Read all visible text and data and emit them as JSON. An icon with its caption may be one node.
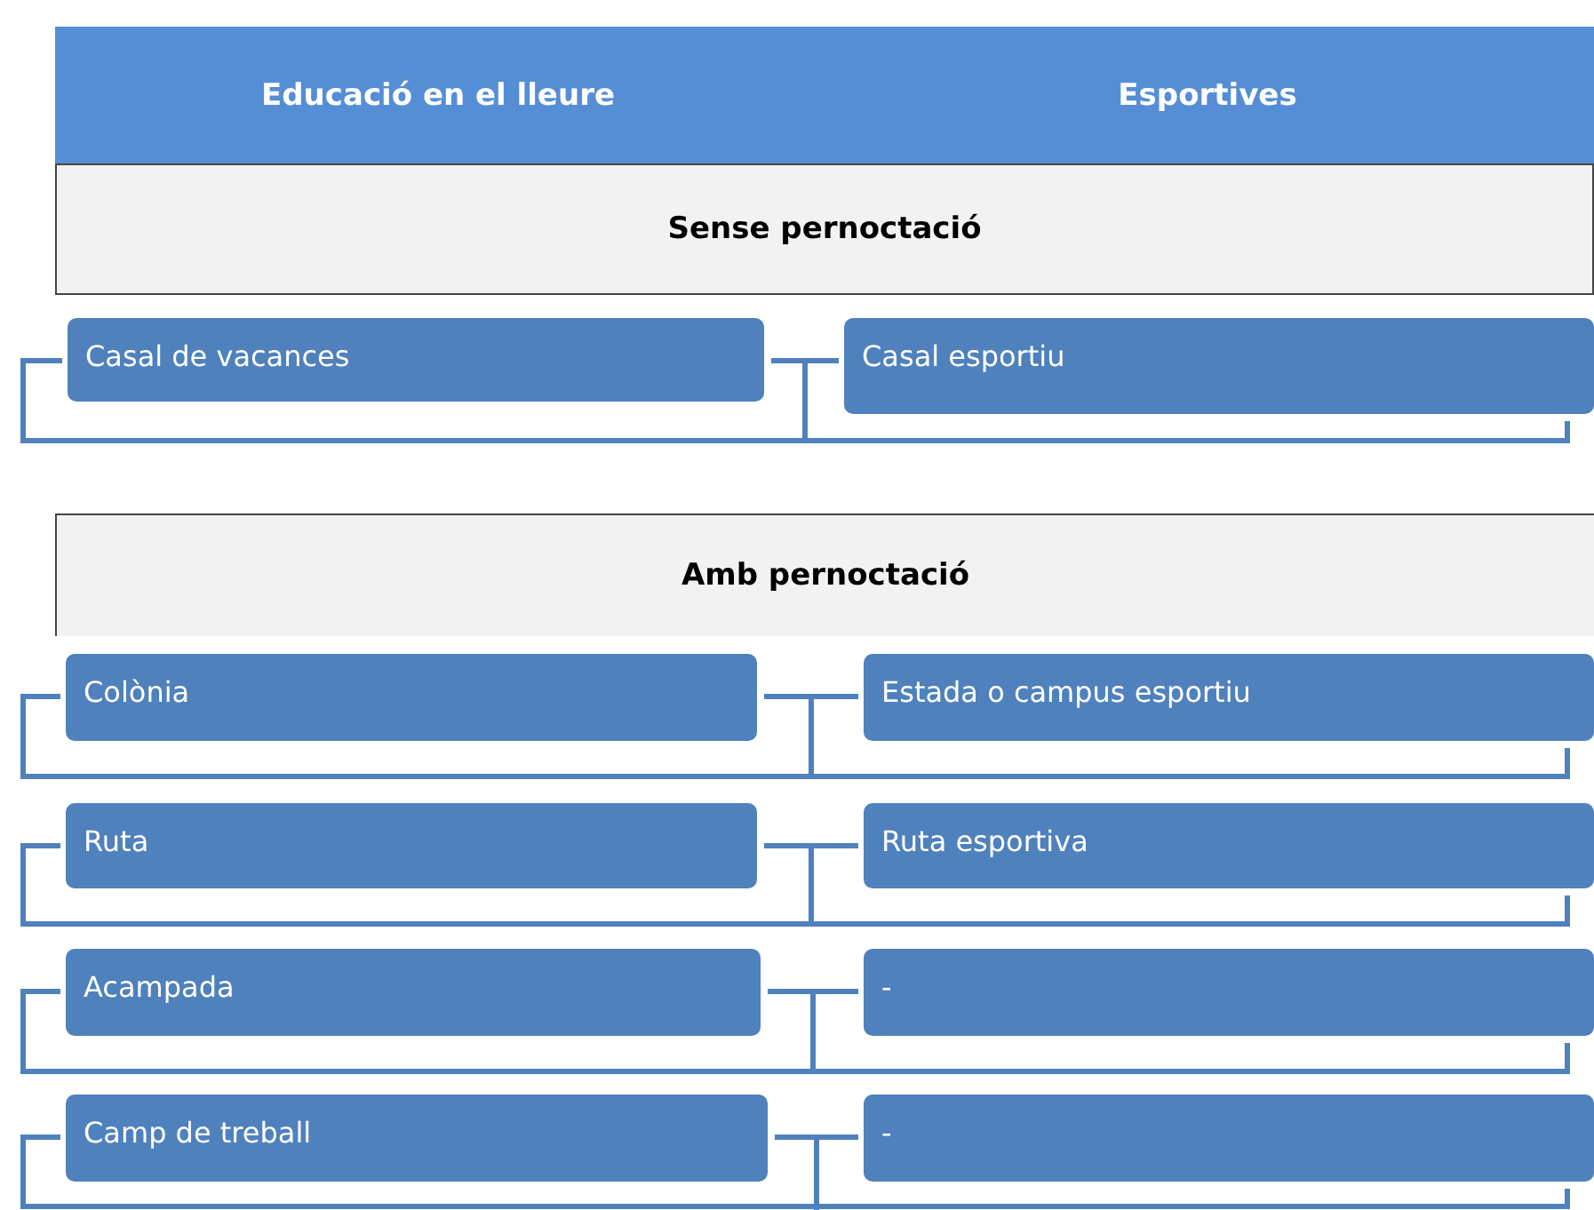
{
  "diagram": {
    "nodes": [
      {
        "text": [
          "Educació en el lleure"
        ]
      },
      {
        "text": [
          "Esportives"
        ]
      },
      {
        "text": [
          "Sense pernoctació"
        ]
      },
      {
        "text": [
          "Casal de vacances"
        ]
      },
      {
        "text": [
          "Casal esportiu"
        ]
      },
      {
        "text": [
          "Amb pernoctació"
        ]
      },
      {
        "text": [
          "Colònia"
        ]
      },
      {
        "text": [
          "Estada o campus esportiu"
        ]
      },
      {
        "text": [
          "Ruta"
        ]
      },
      {
        "text": [
          "Ruta esportiva"
        ]
      },
      {
        "text": [
          "Acampada"
        ]
      },
      {
        "text": [
          "-"
        ]
      },
      {
        "text": [
          "Camp de treball"
        ]
      },
      {
        "text": [
          "-"
        ]
      }
    ],
    "edges": [
      {
        "from": 3,
        "to": 4,
        "arrow": "none"
      },
      {
        "from": 6,
        "to": 7,
        "arrow": "none"
      },
      {
        "from": 8,
        "to": 9,
        "arrow": "none"
      },
      {
        "from": 10,
        "to": 11,
        "arrow": "none"
      },
      {
        "from": 12,
        "to": 13,
        "arrow": "none"
      }
    ]
  }
}
